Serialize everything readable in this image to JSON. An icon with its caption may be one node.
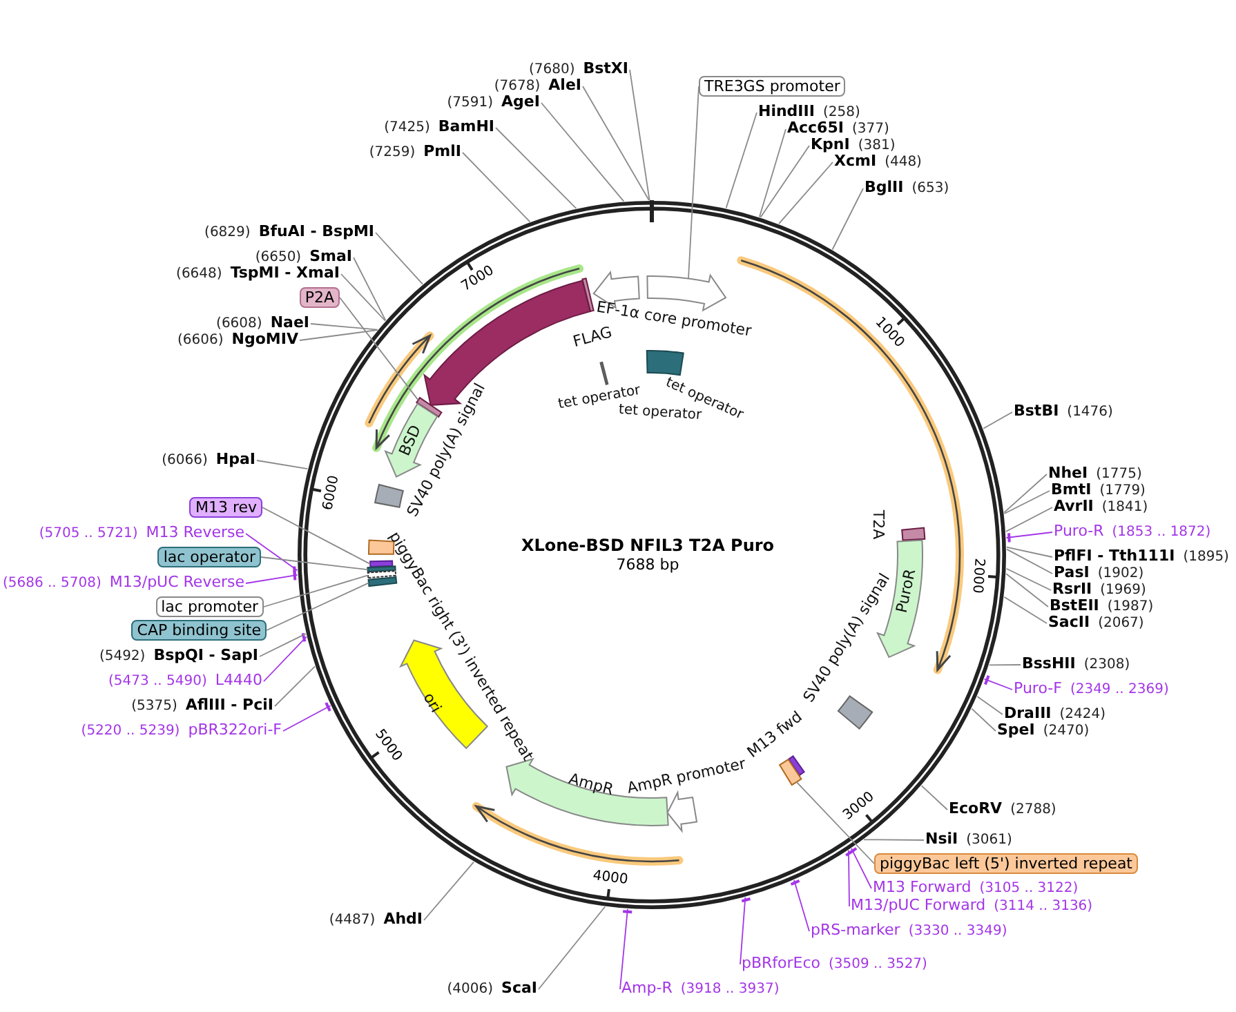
{
  "diagram": {
    "title": "XLone-BSD NFIL3 T2A Puro",
    "nodes": [
      {
        "text": [
          "(7680)",
          "BstXI"
        ]
      },
      {
        "text": [
          "(7678)",
          "AleI"
        ]
      },
      {
        "text": [
          "(7591)",
          "AgeI"
        ]
      },
      {
        "text": [
          "(7425)",
          "BamHI"
        ]
      },
      {
        "text": [
          "(7259)",
          "PmlI"
        ]
      },
      {
        "text": [
          "TRE3GS promoter"
        ]
      },
      {
        "text": [
          "HindIII",
          "(258)"
        ]
      },
      {
        "text": [
          "Acc65I",
          "(377)"
        ]
      },
      {
        "text": [
          "KpnI",
          "(381)"
        ]
      },
      {
        "text": [
          "XcmI",
          "(448)"
        ]
      },
      {
        "text": [
          "BglII",
          "(653)"
        ]
      },
      {
        "text": [
          "(6829)",
          "BfuAI - BspMI"
        ]
      },
      {
        "text": [
          "(6650)",
          "SmaI"
        ]
      },
      {
        "text": [
          "(6648)",
          "TspMI - XmaI"
        ]
      },
      {
        "text": [
          "P2A"
        ]
      },
      {
        "text": [
          "(6608)",
          "NaeI"
        ]
      },
      {
        "text": [
          "(6606)",
          "NgoMIV"
        ]
      },
      {
        "text": [
          "BstBI",
          "(1476)"
        ]
      },
      {
        "text": [
          "(6066)",
          "HpaI"
        ]
      },
      {
        "text": [
          "NheI",
          "(1775)"
        ]
      },
      {
        "text": [
          "BmtI",
          "(1779)"
        ]
      },
      {
        "text": [
          "AvrII",
          "(1841)"
        ]
      },
      {
        "text": [
          "M13 rev"
        ]
      },
      {
        "text": [
          "Puro-R",
          "(1853 .. 1872)"
        ]
      },
      {
        "text": [
          "(5705 .. 5721)",
          "M13 Reverse"
        ]
      },
      {
        "text": [
          "PflFI - Tth111I",
          "(1895)"
        ]
      },
      {
        "text": [
          "lac operator"
        ]
      },
      {
        "text": [
          "PasI",
          "(1902)"
        ]
      },
      {
        "text": [
          "(5686 .. 5708)",
          "M13/pUC Reverse"
        ]
      },
      {
        "text": [
          "RsrII",
          "(1969)"
        ]
      },
      {
        "text": [
          "BstEII",
          "(1987)"
        ]
      },
      {
        "text": [
          "lac promoter"
        ]
      },
      {
        "text": [
          "SacII",
          "(2067)"
        ]
      },
      {
        "text": [
          "CAP binding site"
        ]
      },
      {
        "text": [
          "(5492)",
          "BspQI - SapI"
        ]
      },
      {
        "text": [
          "BssHII",
          "(2308)"
        ]
      },
      {
        "text": [
          "(5473 .. 5490)",
          "L4440"
        ]
      },
      {
        "text": [
          "Puro-F",
          "(2349 .. 2369)"
        ]
      },
      {
        "text": [
          "(5375)",
          "AflIII - PciI"
        ]
      },
      {
        "text": [
          "DraIII",
          "(2424)"
        ]
      },
      {
        "text": [
          "(5220 .. 5239)",
          "pBR322ori-F"
        ]
      },
      {
        "text": [
          "SpeI",
          "(2470)"
        ]
      },
      {
        "text": [
          "EcoRV",
          "(2788)"
        ]
      },
      {
        "text": [
          "NsiI",
          "(3061)"
        ]
      },
      {
        "text": [
          "piggyBac left (5') inverted repeat"
        ]
      },
      {
        "text": [
          "M13 Forward",
          "(3105 .. 3122)"
        ]
      },
      {
        "text": [
          "M13/pUC Forward",
          "(3114 .. 3136)"
        ]
      },
      {
        "text": [
          "(4487)",
          "AhdI"
        ]
      },
      {
        "text": [
          "pRS-marker",
          "(3330 .. 3349)"
        ]
      },
      {
        "text": [
          "pBRforEco",
          "(3509 .. 3527)"
        ]
      },
      {
        "text": [
          "(4006)",
          "ScaI"
        ]
      },
      {
        "text": [
          "Amp-R",
          "(3918 .. 3937)"
        ]
      },
      {
        "text": [
          "EF-1α core promoter"
        ]
      },
      {
        "text": [],
        "shape": "arrow"
      },
      {
        "text": [],
        "shape": "arrow"
      },
      {
        "text": [
          "FLAG"
        ]
      },
      {
        "text": [
          "tet operator"
        ]
      },
      {
        "text": [
          "tet operator",
          "tet operator"
        ]
      },
      {
        "text": [],
        "shape": "box"
      },
      {
        "text": [
          "BSD"
        ]
      },
      {
        "text": [
          "SV40 poly(A) signal"
        ]
      },
      {
        "text": [
          "T2A"
        ]
      },
      {
        "text": [
          "PuroR"
        ]
      },
      {
        "text": [
          "SV40 poly(A) signal"
        ]
      },
      {
        "text": [
          "M13 fwd"
        ]
      },
      {
        "text": [],
        "shape": "box"
      },
      {
        "text": [
          "AmpR promoter"
        ]
      },
      {
        "text": [
          "AmpR"
        ]
      },
      {
        "text": [
          "ori"
        ]
      },
      {
        "text": [
          "piggyBac right (3') inverted repeat"
        ]
      },
      {
        "text": [],
        "shape": "bar"
      },
      {
        "text": [],
        "shape": "box"
      },
      {
        "text": [],
        "shape": "box"
      },
      {
        "text": [],
        "shape": "box"
      }
    ],
    "edges": [
      {
        "from": 0,
        "to": null,
        "arrow": "none"
      },
      {
        "from": 1,
        "to": null,
        "arrow": "none"
      },
      {
        "from": 2,
        "to": null,
        "arrow": "none"
      },
      {
        "from": 3,
        "to": null,
        "arrow": "none"
      },
      {
        "from": 4,
        "to": null,
        "arrow": "none"
      },
      {
        "from": 5,
        "to": 54,
        "arrow": "none"
      },
      {
        "from": 6,
        "to": null,
        "arrow": "none"
      },
      {
        "from": 7,
        "to": null,
        "arrow": "none"
      },
      {
        "from": 8,
        "to": null,
        "arrow": "none"
      },
      {
        "from": 9,
        "to": null,
        "arrow": "none"
      },
      {
        "from": 10,
        "to": null,
        "arrow": "none"
      },
      {
        "from": 11,
        "to": null,
        "arrow": "none"
      },
      {
        "from": 12,
        "to": null,
        "arrow": "none"
      },
      {
        "from": 13,
        "to": null,
        "arrow": "none"
      },
      {
        "from": 14,
        "to": 58,
        "arrow": "none"
      },
      {
        "from": 15,
        "to": null,
        "arrow": "none"
      },
      {
        "from": 16,
        "to": null,
        "arrow": "none"
      },
      {
        "from": 17,
        "to": null,
        "arrow": "none"
      },
      {
        "from": 18,
        "to": null,
        "arrow": "none"
      },
      {
        "from": 19,
        "to": null,
        "arrow": "none"
      },
      {
        "from": 20,
        "to": null,
        "arrow": "none"
      },
      {
        "from": 21,
        "to": null,
        "arrow": "none"
      },
      {
        "from": 22,
        "to": 70,
        "arrow": "none"
      },
      {
        "from": 23,
        "to": null,
        "arrow": "none",
        "color": "#a335e8"
      },
      {
        "from": 24,
        "to": null,
        "arrow": "none",
        "color": "#a335e8"
      },
      {
        "from": 25,
        "to": null,
        "arrow": "none"
      },
      {
        "from": 26,
        "to": 71,
        "arrow": "none"
      },
      {
        "from": 27,
        "to": null,
        "arrow": "none"
      },
      {
        "from": 28,
        "to": null,
        "arrow": "none",
        "color": "#a335e8"
      },
      {
        "from": 29,
        "to": null,
        "arrow": "none"
      },
      {
        "from": 30,
        "to": null,
        "arrow": "none"
      },
      {
        "from": 31,
        "to": 72,
        "arrow": "none"
      },
      {
        "from": 32,
        "to": null,
        "arrow": "none"
      },
      {
        "from": 33,
        "to": 73,
        "arrow": "none"
      },
      {
        "from": 34,
        "to": null,
        "arrow": "none"
      },
      {
        "from": 35,
        "to": null,
        "arrow": "none"
      },
      {
        "from": 36,
        "to": null,
        "arrow": "none",
        "color": "#a335e8"
      },
      {
        "from": 37,
        "to": null,
        "arrow": "none",
        "color": "#a335e8"
      },
      {
        "from": 38,
        "to": null,
        "arrow": "none"
      },
      {
        "from": 39,
        "to": null,
        "arrow": "none"
      },
      {
        "from": 40,
        "to": null,
        "arrow": "none",
        "color": "#a335e8"
      },
      {
        "from": 41,
        "to": null,
        "arrow": "none"
      },
      {
        "from": 42,
        "to": null,
        "arrow": "none"
      },
      {
        "from": 43,
        "to": null,
        "arrow": "none"
      },
      {
        "from": 44,
        "to": 65,
        "arrow": "none"
      },
      {
        "from": 45,
        "to": null,
        "arrow": "none",
        "color": "#a335e8"
      },
      {
        "from": 46,
        "to": null,
        "arrow": "none",
        "color": "#a335e8"
      },
      {
        "from": 47,
        "to": null,
        "arrow": "none"
      },
      {
        "from": 48,
        "to": null,
        "arrow": "none",
        "color": "#a335e8"
      },
      {
        "from": 49,
        "to": null,
        "arrow": "none",
        "color": "#a335e8"
      },
      {
        "from": 50,
        "to": null,
        "arrow": "none"
      },
      {
        "from": 51,
        "to": null,
        "arrow": "none",
        "color": "#a335e8"
      }
    ],
    "labels": [
      "7688 bp",
      "1000",
      "2000",
      "3000",
      "4000",
      "5000",
      "6000",
      "7000"
    ]
  }
}
